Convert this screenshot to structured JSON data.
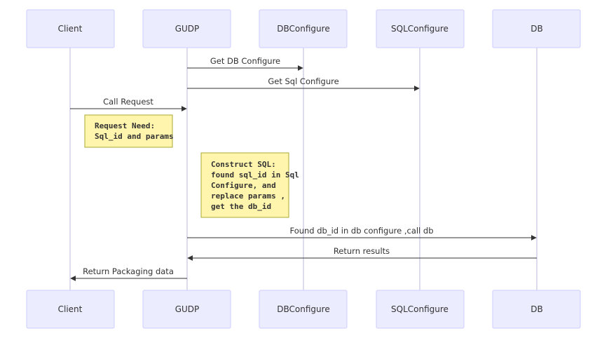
{
  "diagram": {
    "type": "sequence",
    "actors": [
      {
        "id": "client",
        "label": "Client"
      },
      {
        "id": "gudp",
        "label": "GUDP"
      },
      {
        "id": "dbconfigure",
        "label": "DBConfigure"
      },
      {
        "id": "sqlconfigure",
        "label": "SQLConfigure"
      },
      {
        "id": "db",
        "label": "DB"
      }
    ],
    "messages": [
      {
        "from": "gudp",
        "to": "dbconfigure",
        "label": "Get DB Configure"
      },
      {
        "from": "gudp",
        "to": "sqlconfigure",
        "label": "Get Sql Configure"
      },
      {
        "from": "client",
        "to": "gudp",
        "label": "Call Request"
      },
      {
        "from": "gudp",
        "to": "db",
        "label": "Found db_id in db configure ,call db"
      },
      {
        "from": "db",
        "to": "gudp",
        "label": "Return results"
      },
      {
        "from": "gudp",
        "to": "client",
        "label": "Return Packaging data"
      }
    ],
    "notes": [
      {
        "over": "client",
        "lines": [
          "Request Need:",
          "Sql_id and params"
        ]
      },
      {
        "over": "gudp",
        "lines": [
          "Construct SQL:",
          "found sql_id in Sql",
          "Configure, and",
          "replace params ,",
          "get the db_id"
        ]
      }
    ]
  }
}
